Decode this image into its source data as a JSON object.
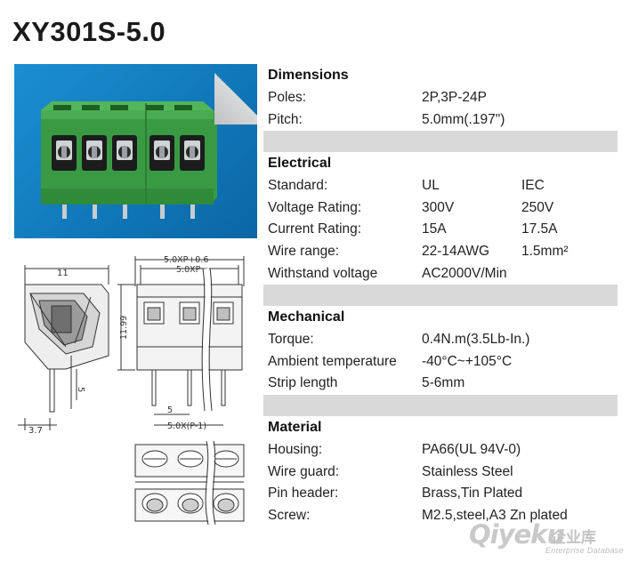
{
  "title": "XY301S-5.0",
  "drawing_labels": {
    "side_width": "11",
    "side_height": "5",
    "side_bottom": "3.7",
    "front_top1": "5.0XP+0.6",
    "front_top2": "5.0XP",
    "front_height": "11.99",
    "front_bottom1": "5",
    "front_bottom2": "5.0X(P-1)"
  },
  "sections": [
    {
      "title": "Dimensions",
      "rows": [
        {
          "k": "Poles:",
          "v1": "2P,3P-24P",
          "v2": ""
        },
        {
          "k": "Pitch:",
          "v1": "5.0mm(.197\")",
          "v2": ""
        }
      ]
    },
    {
      "title": "Electrical",
      "rows": [
        {
          "k": "Standard:",
          "v1": "UL",
          "v2": "IEC"
        },
        {
          "k": "Voltage Rating:",
          "v1": "300V",
          "v2": "250V"
        },
        {
          "k": "Current Rating:",
          "v1": "15A",
          "v2": "17.5A"
        },
        {
          "k": "Wire range:",
          "v1": "22-14AWG",
          "v2": "1.5mm²"
        },
        {
          "k": "Withstand voltage",
          "v1": "AC2000V/Min",
          "v2": ""
        }
      ]
    },
    {
      "title": "Mechanical",
      "rows": [
        {
          "k": "Torque:",
          "v1": "0.4N.m(3.5Lb-In.)",
          "v2": ""
        },
        {
          "k": "Ambient temperature",
          "v1": "-40°C~+105°C",
          "v2": ""
        },
        {
          "k": "Strip length",
          "v1": "5-6mm",
          "v2": ""
        }
      ]
    },
    {
      "title": "Material",
      "rows": [
        {
          "k": "Housing:",
          "v1": "PA66(UL 94V-0)",
          "v2": ""
        },
        {
          "k": "Wire guard:",
          "v1": "Stainless Steel",
          "v2": ""
        },
        {
          "k": "Pin header:",
          "v1": "Brass,Tin Plated",
          "v2": ""
        },
        {
          "k": "Screw:",
          "v1": "M2.5,steel,A3 Zn plated",
          "v2": ""
        }
      ]
    }
  ],
  "watermark": {
    "brand": "Qiyeku",
    "cn": "企业库",
    "sub": "Enterprise Database"
  },
  "colors": {
    "bar": "#d9d9d9",
    "photo_bg": "#1283c5",
    "housing_green": "#3fa04a"
  }
}
